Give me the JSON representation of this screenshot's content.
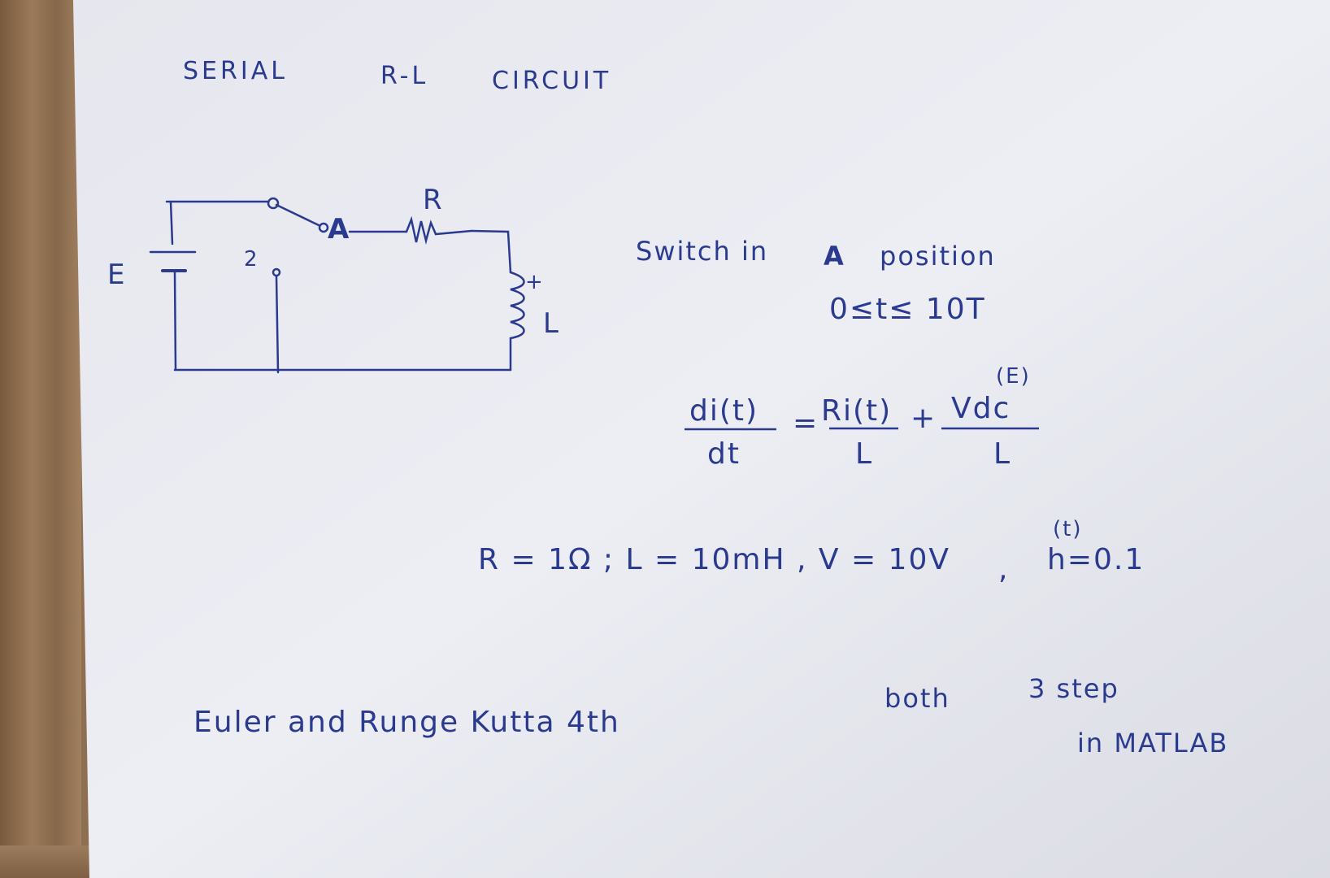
{
  "title": {
    "word1": "SERIAL",
    "word2": "R-L",
    "word3": "CIRCUIT"
  },
  "circuit": {
    "source_label": "E",
    "node_label": "2",
    "switch_label": "A",
    "resistor_label": "R",
    "inductor_label": "L",
    "plus_sign": "+"
  },
  "switch_text": {
    "prefix": "Switch in",
    "position": "A",
    "suffix": "position"
  },
  "time_range": "0≤t≤ 10T",
  "equation": {
    "lhs_num": "di(t)",
    "lhs_den": "dt",
    "equals": "=",
    "t1_num": "Ri(t)",
    "t1_den": "L",
    "plus": "+",
    "t2_num": "Vdc",
    "t2_den": "L",
    "t2_note": "(E)"
  },
  "params": {
    "text": "R = 1Ω ; L = 10mH , V = 10V",
    "comma": ",",
    "h": "h=0.1",
    "h_note": "(t)"
  },
  "task": {
    "methods": "Euler  and  Runge  Kutta  4th",
    "both": "both",
    "step": "3 step",
    "matlab": "in  MATLAB"
  }
}
